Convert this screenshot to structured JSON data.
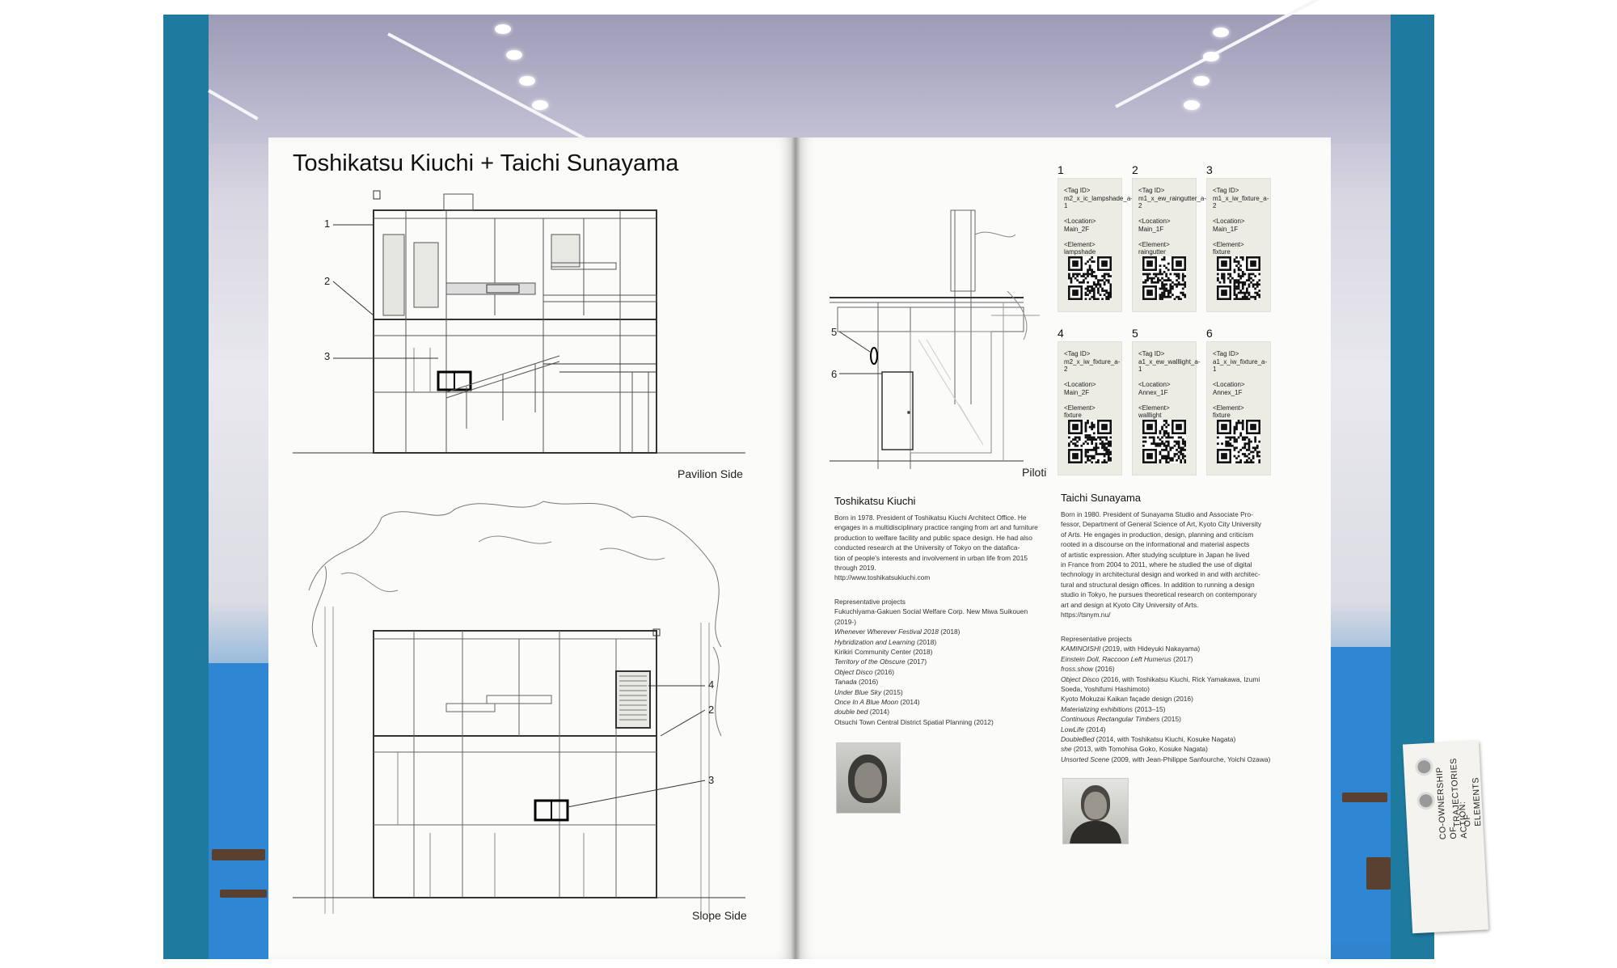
{
  "left_page": {
    "title": "Toshikatsu Kiuchi + Taichi Sunayama",
    "captions": {
      "pavilion": "Pavilion Side",
      "slope": "Slope Side"
    },
    "callouts": [
      "1",
      "2",
      "3",
      "4",
      "2",
      "3"
    ]
  },
  "right_page": {
    "piloti_caption": "Piloti",
    "callouts": [
      "5",
      "6"
    ],
    "cards": [
      {
        "num": "1",
        "text": "<Tag ID>\nm2_x_ic_lampshade_a-\n1\n\n<Location>\nMain_2F\n\n<Element>\nlampshade"
      },
      {
        "num": "2",
        "text": "<Tag ID>\nm1_x_ew_raingutter_a-\n2\n\n<Location>\nMain_1F\n\n<Element>\nraingutter"
      },
      {
        "num": "3",
        "text": "<Tag ID>\nm1_x_iw_fixture_a-2\n\n<Location>\nMain_1F\n\n<Element>\nfixture"
      },
      {
        "num": "4",
        "text": "<Tag ID>\nm2_x_iw_fixture_a-2\n\n<Location>\nMain_2F\n\n<Element>\nfixture"
      },
      {
        "num": "5",
        "text": "<Tag ID>\na1_x_ew_walllight_a-1\n\n<Location>\nAnnex_1F\n\n<Element>\nwalllight"
      },
      {
        "num": "6",
        "text": "<Tag ID>\na1_x_iw_fixture_a-1\n\n<Location>\nAnnex_1F\n\n<Element>\nfixture"
      }
    ],
    "kiuchi": {
      "name": "Toshikatsu Kiuchi",
      "bio": [
        "Born in 1978. President of Toshikatsu Kiuchi Architect Office. He",
        "engages in a multidisciplinary practice ranging from art and furniture",
        "production to welfare facility and public space design. He had also",
        "conducted research at the University of Tokyo on the datafica-",
        "tion of people's interests and involvement in urban life from 2015",
        "through 2019.",
        "http://www.toshikatsukiuchi.com"
      ],
      "projects_heading": "Representative projects",
      "projects": [
        {
          "t": "Fukuchiyama-Gakuen Social Welfare Corp. New Miwa Suikouen",
          "i": false
        },
        {
          "t": "(2019-)",
          "i": false
        },
        {
          "t": "Whenever Wherever Festival 2018",
          "s": " (2018)",
          "i": true
        },
        {
          "t": "Hybridization and Learning",
          "s": " (2018)",
          "i": true
        },
        {
          "t": "Kirikiri Community Center (2018)",
          "i": false
        },
        {
          "t": "Territory of the Obscure",
          "s": " (2017)",
          "i": true
        },
        {
          "t": "Object Disco",
          "s": " (2016)",
          "i": true
        },
        {
          "t": "Tanada",
          "s": " (2016)",
          "i": true
        },
        {
          "t": "Under Blue Sky",
          "s": " (2015)",
          "i": true
        },
        {
          "t": "Once In A Blue Moon",
          "s": " (2014)",
          "i": true
        },
        {
          "t": "double bed",
          "s": " (2014)",
          "i": true
        },
        {
          "t": "Otsuchi Town Central District Spatial Planning (2012)",
          "i": false
        }
      ]
    },
    "sunayama": {
      "name": "Taichi Sunayama",
      "bio": [
        "Born in 1980. President of Sunayama Studio and Associate Pro-",
        "fessor, Department of General Science of Art, Kyoto City University",
        "of Arts. He engages in production, design, planning and criticism",
        "rooted in a discourse on the informational and material aspects",
        "of artistic expression. After studying sculpture in Japan he lived",
        "in France from 2004 to 2011, where he studied the use of digital",
        "technology in architectural design and worked in and with architec-",
        "tural and structural design offices. In addition to running a design",
        "studio in Tokyo, he pursues theoretical research on contemporary",
        "art and design at Kyoto City University of Arts.",
        "https://tsnym.nu/"
      ],
      "projects_heading": "Representative projects",
      "projects": [
        {
          "t": "KAMINOISHI",
          "s": " (2019, with Hideyuki Nakayama)",
          "i": true
        },
        {
          "t": "Einstein Doll, Raccoon Left Humerus",
          "s": " (2017)",
          "i": true
        },
        {
          "t": "fross.show",
          "s": " (2016)",
          "i": true
        },
        {
          "t": "Object Disco",
          "s": " (2016, with Toshikatsu Kiuchi, Rick Yamakawa, Izumi",
          "i": true
        },
        {
          "t": "Soeda, Yoshifumi Hashimoto)",
          "i": false
        },
        {
          "t": "Kyoto Mokuzai Kaikan façade design (2016)",
          "i": false
        },
        {
          "t": "Materializing exhibitions",
          "s": " (2013–15)",
          "i": true
        },
        {
          "t": "Continuous Rectangular Timbers",
          "s": " (2015)",
          "i": true
        },
        {
          "t": "LowLife",
          "s": " (2014)",
          "i": true
        },
        {
          "t": "DoubleBed",
          "s": " (2014, with Toshikatsu Kiuchi, Kosuke Nagata)",
          "i": true
        },
        {
          "t": "she",
          "s": " (2013, with Tomohisa Goko, Kosuke Nagata)",
          "i": true
        },
        {
          "t": "Unsorted Scene",
          "s": " (2009, with Jean-Philippe Sanfourche, Yoichi Ozawa)",
          "i": true
        }
      ]
    }
  },
  "fabric_tag": {
    "col1": "CO-OWNERSHIP\nOF\nACTION:",
    "col2": "TRAJECTORIES\nOF\nELEMENTS"
  }
}
